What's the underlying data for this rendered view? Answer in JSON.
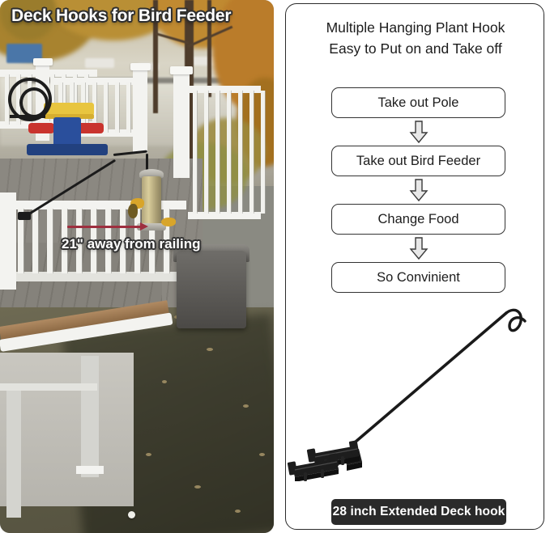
{
  "left_panel": {
    "name": "product-photo",
    "title": "Deck Hooks for Bird Feeder",
    "annotation": "21\" away from railing",
    "scene_description": "White vinyl deck railing with a bird feeder hanging from a black deck hook over autumn trees and a lake"
  },
  "right_panel": {
    "heading_line1": "Multiple Hanging Plant Hook",
    "heading_line2": "Easy to Put on and Take off",
    "flow_steps": [
      {
        "label": "Take out Pole"
      },
      {
        "label": "Take out Bird Feeder"
      },
      {
        "label": "Change Food"
      },
      {
        "label": "So Convinient"
      }
    ],
    "product_label": "28 inch Extended Deck hook",
    "product_description": "Black extended deck hook rod with S-hook end and two mounting clamp brackets"
  },
  "colors": {
    "panel_border": "#2b2b2b",
    "label_background": "#2a2a2a",
    "label_text": "#ffffff",
    "arrow_red": "#9e2f3f",
    "flow_box_border": "#333333",
    "flow_arrow_fill": "#e8e8e8",
    "product_black": "#1a1a1a",
    "title_text": "#ffffff",
    "title_outline": "#2e2e2e"
  }
}
